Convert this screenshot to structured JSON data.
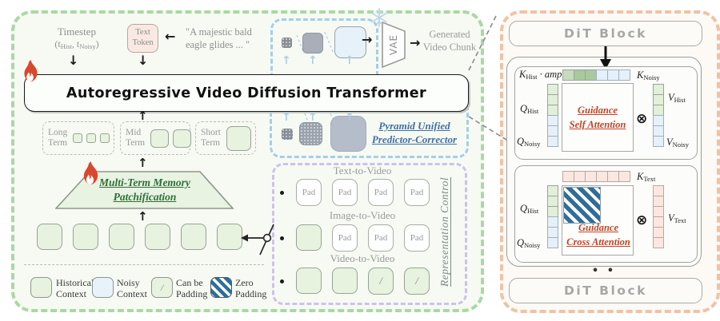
{
  "glyphs": {
    "arrow_down": "↓",
    "arrow_up": "↑",
    "arrow_left": "←",
    "arrow_right": "→",
    "otimes": "⊗",
    "pad": "Pad",
    "slash": "/",
    "dots": "• • •"
  },
  "colors": {
    "panel_green_border": "#a9d9a2",
    "panel_orange_border": "#eec3a4",
    "blue_dashed": "#a5cdea",
    "purple_dashed": "#cfc0ec",
    "historical_fill": "#e7f2df",
    "noisy_fill": "#e8f2fb",
    "text_fill": "#fbe7e0",
    "zero_padding_stripe": "#2d6d9c",
    "flame_red": "#d9472f",
    "guidance_red": "#c24426",
    "pyramid_blue": "#3f6fa5",
    "memory_green": "#2f6f38"
  },
  "left": {
    "timestep": {
      "line1": "Timestep",
      "open": "(t",
      "sub1": "Hist",
      "mid": ", t",
      "sub2": "Noisy",
      "close": ")"
    },
    "text_token": "Text Token",
    "quote1": "\"A majestic bald",
    "quote2": "eagle glides  ... \"",
    "transformer_title": "Autoregressive Video Diffusion Transformer",
    "terms": [
      {
        "l1": "Long",
        "l2": "Term",
        "cells": [
          "sq-s",
          "sq-s",
          "sq-s"
        ]
      },
      {
        "l1": "Mid",
        "l2": "Term",
        "cells": [
          "sq-m",
          "sq-m"
        ]
      },
      {
        "l1": "Short",
        "l2": "Term",
        "cells": [
          "sq-l"
        ]
      }
    ],
    "patchify1": "Multi-Term Memory",
    "patchify2": "Patchification",
    "context_row": [
      "box-hist",
      "box-hist",
      "box-hist",
      "box-hist",
      "box-hist",
      "box-hist"
    ],
    "legend": [
      {
        "l1": "Historical",
        "l2": "Context"
      },
      {
        "l1": "Noisy",
        "l2": "Context"
      },
      {
        "l1": "Can be",
        "l2": "Padding"
      },
      {
        "l1": "Zero",
        "l2": "Padding"
      }
    ]
  },
  "pyramid": {
    "title1": "Pyramid Unified",
    "title2": "Predictor-Corrector"
  },
  "vae": {
    "label": "VAE",
    "out1": "Generated",
    "out2": "Video Chunk"
  },
  "control": {
    "title": "Representation Control",
    "rows": [
      {
        "label": "Text-to-Video",
        "cells": [
          "pad",
          "pad",
          "pad",
          "pad"
        ]
      },
      {
        "label": "Image-to-Video",
        "cells": [
          "box-hist",
          "pad",
          "pad",
          "pad"
        ]
      },
      {
        "label": "Video-to-Video",
        "cells": [
          "box-hist",
          "box-hist",
          "slash",
          "slash"
        ]
      }
    ]
  },
  "dit": {
    "top": "DiT Block",
    "bottom": "DiT Block",
    "dots": "• • •",
    "self": {
      "k_hist_main": "K",
      "k_hist_sub": "Hist",
      "k_amp": " · amp",
      "k_noisy_main": "K",
      "k_noisy_sub": "Noisy",
      "q_hist_main": "Q",
      "q_hist_sub": "Hist",
      "q_noisy_main": "Q",
      "q_noisy_sub": "Noisy",
      "v_hist_main": "V",
      "v_hist_sub": "Hist",
      "v_noisy_main": "V",
      "v_noisy_sub": "Noisy",
      "k_row": [
        "c-hist-m",
        "c-hist-d",
        "c-hist-d",
        "c-noisy",
        "c-noisy",
        "c-noisy"
      ],
      "q_col": [
        "c-hist",
        "c-hist",
        "c-hist",
        "c-noisy",
        "c-noisy",
        "c-noisy"
      ],
      "v_col": [
        "c-hist",
        "c-hist",
        "c-hist",
        "c-noisy",
        "c-noisy",
        "c-noisy"
      ],
      "title1": "Guidance",
      "title2": "Self Attention"
    },
    "cross": {
      "k_text_main": "K",
      "k_text_sub": "Text",
      "v_text_main": "V",
      "v_text_sub": "Text",
      "q_hist_main": "Q",
      "q_hist_sub": "Hist",
      "q_noisy_main": "Q",
      "q_noisy_sub": "Noisy",
      "k_row": [
        "c-text",
        "c-text",
        "c-text",
        "c-text",
        "c-text",
        "c-text"
      ],
      "q_col": [
        "c-hist",
        "c-hist",
        "c-hist",
        "c-noisy",
        "c-noisy",
        "c-noisy"
      ],
      "v_col": [
        "c-text",
        "c-text",
        "c-text",
        "c-text",
        "c-text",
        "c-text"
      ],
      "title1": "Guidance",
      "title2": "Cross Attention"
    }
  }
}
